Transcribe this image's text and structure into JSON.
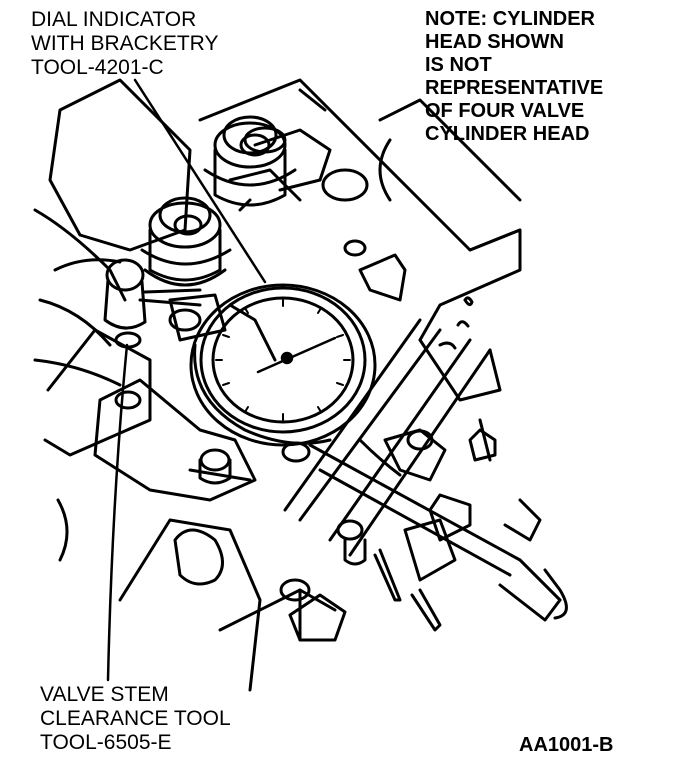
{
  "labels": {
    "dial_indicator": [
      "DIAL INDICATOR",
      "WITH BRACKETRY",
      "TOOL-4201-C"
    ],
    "note": [
      "NOTE: CYLINDER",
      "HEAD SHOWN",
      "IS NOT",
      "REPRESENTATIVE",
      "OF FOUR VALVE",
      "CYLINDER HEAD"
    ],
    "valve_stem_tool": [
      "VALVE STEM",
      "CLEARANCE TOOL",
      "TOOL-6505-E"
    ],
    "figure_id": "AA1001-B"
  },
  "colors": {
    "ink": "#000000",
    "paper": "#ffffff"
  }
}
